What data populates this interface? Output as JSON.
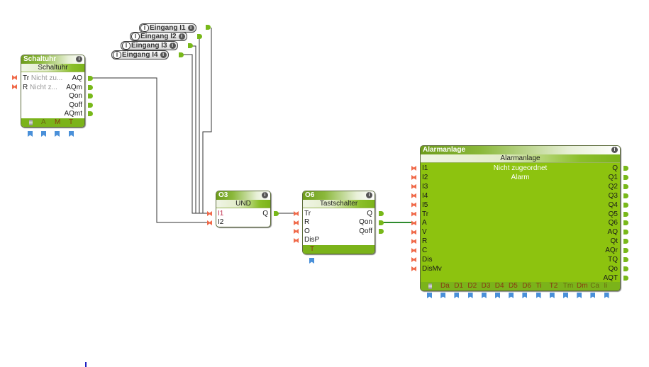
{
  "colors": {
    "block_green": "#8dc30f",
    "header_green": "#6e9c1c",
    "input_pin": "#f06a4a",
    "output_pin": "#78b81a",
    "param_flag": "#4a90d9",
    "wire_dark": "#333333",
    "wire_green": "#2e8b2e"
  },
  "inputs": [
    {
      "badge": "I",
      "label": "Eingang I1"
    },
    {
      "badge": "I",
      "label": "Eingang I2"
    },
    {
      "badge": "I",
      "label": "Eingang I3"
    },
    {
      "badge": "I",
      "label": "Eingang I4"
    }
  ],
  "schaltuhr": {
    "title": "Schaltuhr",
    "subtitle": "Schaltuhr",
    "inputs": [
      {
        "name": "Tr",
        "hint": "Nicht zu..."
      },
      {
        "name": "R",
        "hint": "Nicht z..."
      }
    ],
    "outputs": [
      "AQ",
      "AQm",
      "Qon",
      "Qoff",
      "AQmt"
    ],
    "params": [
      {
        "name": "A",
        "tone": "olive"
      },
      {
        "name": "M",
        "tone": "red"
      },
      {
        "name": "T",
        "tone": "red"
      }
    ]
  },
  "o3": {
    "title": "O3",
    "subtitle": "UND",
    "inputs": [
      "I1",
      "I2"
    ],
    "outputs": [
      "Q"
    ]
  },
  "o6": {
    "title": "O6",
    "subtitle": "Tastschalter",
    "inputs": [
      "Tr",
      "R",
      "O",
      "DisP"
    ],
    "outputs": [
      "Q",
      "Qon",
      "Qoff"
    ],
    "params": [
      {
        "name": "T",
        "tone": "red"
      }
    ]
  },
  "alarm": {
    "title": "Alarmanlage",
    "subtitle": "Alarmanlage",
    "line1": "Nicht zugeordnet",
    "line2": "Alarm",
    "inputs": [
      "I1",
      "I2",
      "I3",
      "I4",
      "I5",
      "Tr",
      "A",
      "V",
      "R",
      "C",
      "Dis",
      "DisMv"
    ],
    "outputs": [
      "Q",
      "Q1",
      "Q2",
      "Q3",
      "Q4",
      "Q5",
      "Q6",
      "AQ",
      "Qt",
      "AQr",
      "TQ",
      "Qo",
      "AQT"
    ],
    "params": [
      {
        "name": "Da",
        "tone": "red"
      },
      {
        "name": "D1",
        "tone": "red"
      },
      {
        "name": "D2",
        "tone": "red"
      },
      {
        "name": "D3",
        "tone": "red"
      },
      {
        "name": "D4",
        "tone": "red"
      },
      {
        "name": "D5",
        "tone": "red"
      },
      {
        "name": "D6",
        "tone": "red"
      },
      {
        "name": "Ti",
        "tone": "red"
      },
      {
        "name": "T2",
        "tone": "red"
      },
      {
        "name": "Tm",
        "tone": "olive"
      },
      {
        "name": "Dm",
        "tone": "red"
      },
      {
        "name": "Ca",
        "tone": "olive"
      },
      {
        "name": "Ii",
        "tone": "olive"
      }
    ]
  },
  "info_glyph": "i"
}
